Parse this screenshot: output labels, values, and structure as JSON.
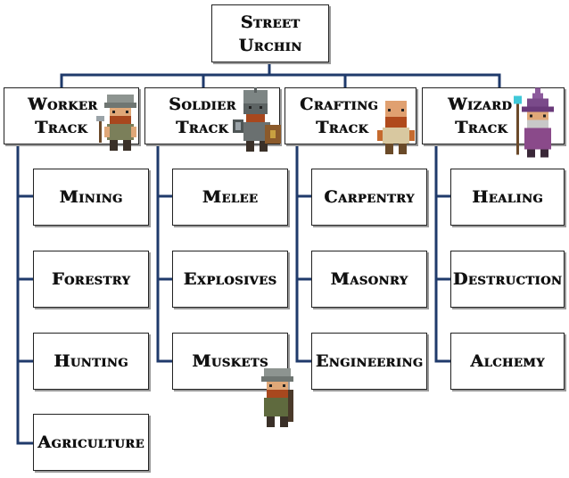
{
  "root": {
    "line1": "Street",
    "line2": "Urchin"
  },
  "tracks": [
    {
      "line1": "Worker",
      "line2": "Track",
      "sprite": "helmeted-dwarf-worker-icon",
      "skills": [
        "Mining",
        "Forestry",
        "Hunting",
        "Agriculture"
      ]
    },
    {
      "line1": "Soldier",
      "line2": "Track",
      "sprite": "armored-dwarf-soldier-icon",
      "skills": [
        "Melee",
        "Explosives",
        "Muskets"
      ]
    },
    {
      "line1": "Crafting",
      "line2": "Track",
      "sprite": "bald-dwarf-crafter-icon",
      "skills": [
        "Carpentry",
        "Masonry",
        "Engineering"
      ]
    },
    {
      "line1": "Wizard",
      "line2": "Track",
      "sprite": "dwarf-wizard-icon",
      "skills": [
        "Healing",
        "Destruction",
        "Alchemy"
      ]
    }
  ],
  "extra_sprite": "dwarf-musketeer-icon",
  "colors": {
    "connector": "#1f3a6b",
    "box_border": "#222222",
    "shadow": "#9a9a9a"
  }
}
